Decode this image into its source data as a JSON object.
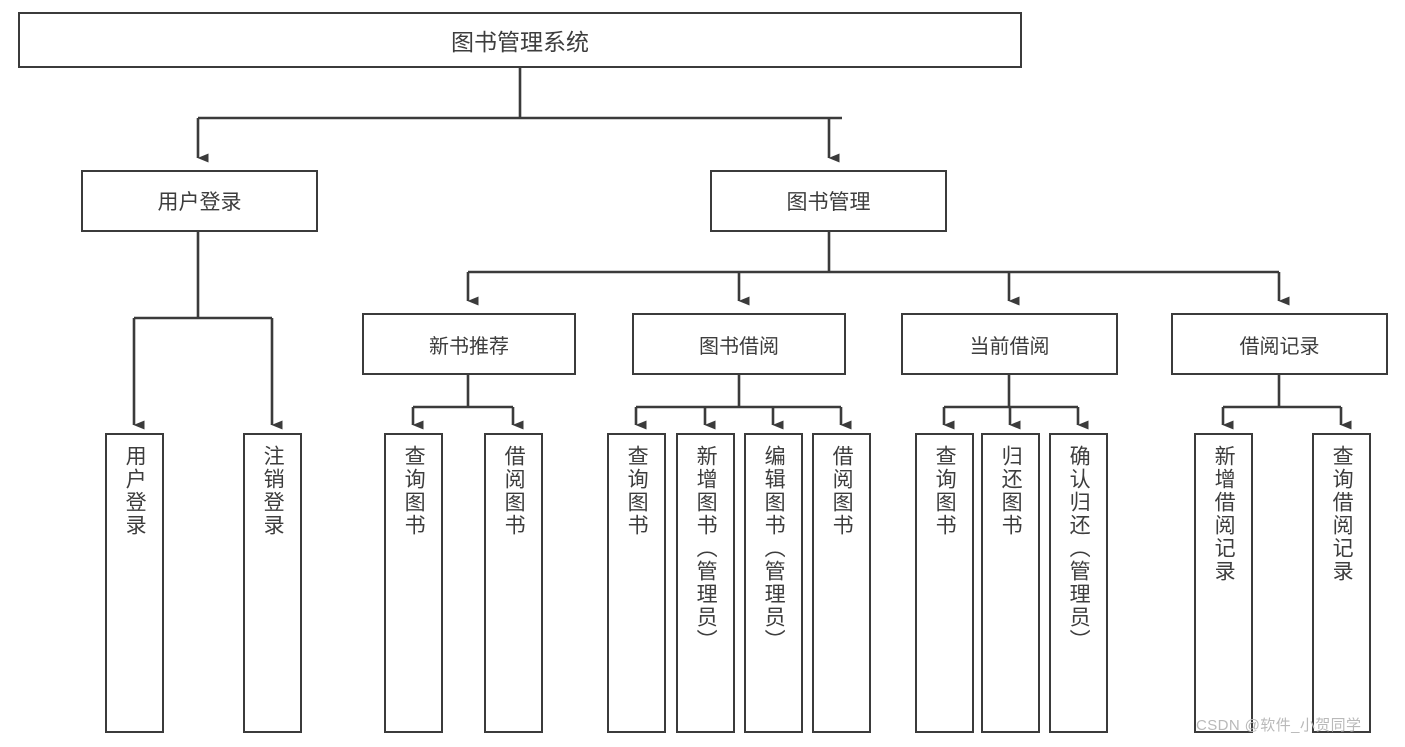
{
  "diagram": {
    "title": "图书管理系统",
    "type": "hierarchy-tree",
    "root": {
      "label": "图书管理系统"
    },
    "level2": [
      {
        "label": "用户登录"
      },
      {
        "label": "图书管理"
      }
    ],
    "level3": [
      {
        "label": "新书推荐"
      },
      {
        "label": "图书借阅"
      },
      {
        "label": "当前借阅"
      },
      {
        "label": "借阅记录"
      }
    ],
    "leaves": {
      "user_login": [
        {
          "label": "用户登录"
        },
        {
          "label": "注销登录"
        }
      ],
      "new_book_recommend": [
        {
          "label": "查询图书"
        },
        {
          "label": "借阅图书"
        }
      ],
      "book_borrow": [
        {
          "label": "查询图书"
        },
        {
          "label": "新增图书（管理员）"
        },
        {
          "label": "编辑图书（管理员）"
        },
        {
          "label": "借阅图书"
        }
      ],
      "current_borrow": [
        {
          "label": "查询图书"
        },
        {
          "label": "归还图书"
        },
        {
          "label": "确认归还（管理员）"
        }
      ],
      "borrow_record": [
        {
          "label": "新增借阅记录"
        },
        {
          "label": "查询借阅记录"
        }
      ]
    }
  },
  "watermark": {
    "text": "CSDN @软件_小贺同学"
  },
  "colors": {
    "border": "#3b3b3b",
    "text": "#3d3d3d",
    "background": "#ffffff",
    "watermark": "#b9b9b9"
  }
}
